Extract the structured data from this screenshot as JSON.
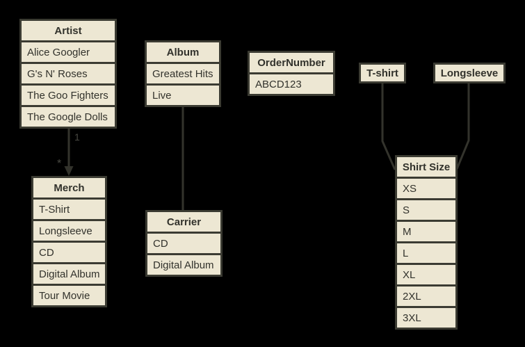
{
  "diagram": {
    "background_color": "#000000",
    "node_fill_color": "#ede7d3",
    "node_border_color": "#3b3b32",
    "node_text_color": "#32322c",
    "edge_color": "#33332c",
    "edge_label_color": "#4a4a43",
    "entities": {
      "artist": {
        "title": "Artist",
        "rows": [
          "Alice Googler",
          "G's N' Roses",
          "The Goo Fighters",
          "The Google Dolls"
        ]
      },
      "merch": {
        "title": "Merch",
        "rows": [
          "T-Shirt",
          "Longsleeve",
          "CD",
          "Digital Album",
          "Tour Movie"
        ]
      },
      "album": {
        "title": "Album",
        "rows": [
          "Greatest Hits",
          "Live"
        ]
      },
      "carrier": {
        "title": "Carrier",
        "rows": [
          "CD",
          "Digital Album"
        ]
      },
      "order_number": {
        "title": "OrderNumber",
        "rows": [
          "ABCD123"
        ]
      },
      "tshirt": {
        "title": "T-shirt",
        "rows": []
      },
      "longsleeve": {
        "title": "Longsleeve",
        "rows": []
      },
      "shirt_size": {
        "title": "Shirt Size",
        "rows": [
          "XS",
          "S",
          "M",
          "L",
          "XL",
          "2XL",
          "3XL"
        ]
      }
    },
    "edges": {
      "artist_to_merch": {
        "from": "Artist",
        "to": "Merch",
        "source_label": "1",
        "target_label": "*"
      },
      "album_to_carrier": {
        "from": "Album",
        "to": "Carrier"
      },
      "tshirt_to_shirt_size": {
        "from": "T-shirt",
        "to": "Shirt Size"
      },
      "longsleeve_to_shirt_size": {
        "from": "Longsleeve",
        "to": "Shirt Size"
      }
    }
  }
}
